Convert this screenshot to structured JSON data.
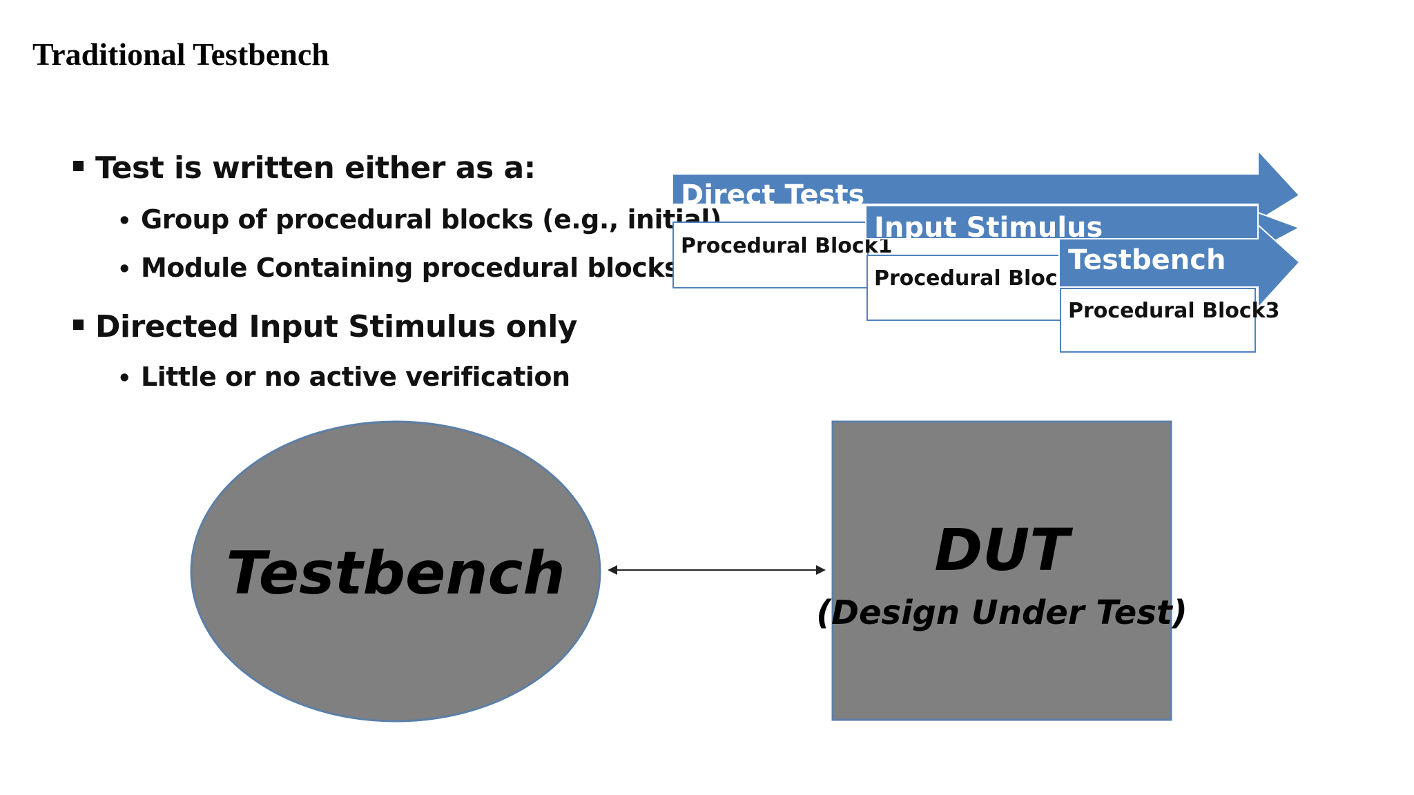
{
  "slide": {
    "title": "Traditional Testbench"
  },
  "bullets": [
    {
      "text": "Test is written either as a:",
      "children": [
        "Group of procedural blocks (e.g., initial)",
        "Module Containing procedural blocks"
      ]
    },
    {
      "text": "Directed Input Stimulus only",
      "children": [
        "Little or no active verification"
      ]
    }
  ],
  "flow": {
    "arrow_color": "#4f81bd",
    "stages": [
      {
        "header": "Direct Tests",
        "body": "Procedural Block1"
      },
      {
        "header": "Input Stimulus",
        "body": "Procedural Block2"
      },
      {
        "header": "Testbench",
        "body": "Procedural Block3"
      }
    ]
  },
  "diagram": {
    "fill_color": "#808080",
    "testbench_label": "Testbench",
    "dut_label": "DUT",
    "dut_sublabel": "(Design Under Test)"
  }
}
